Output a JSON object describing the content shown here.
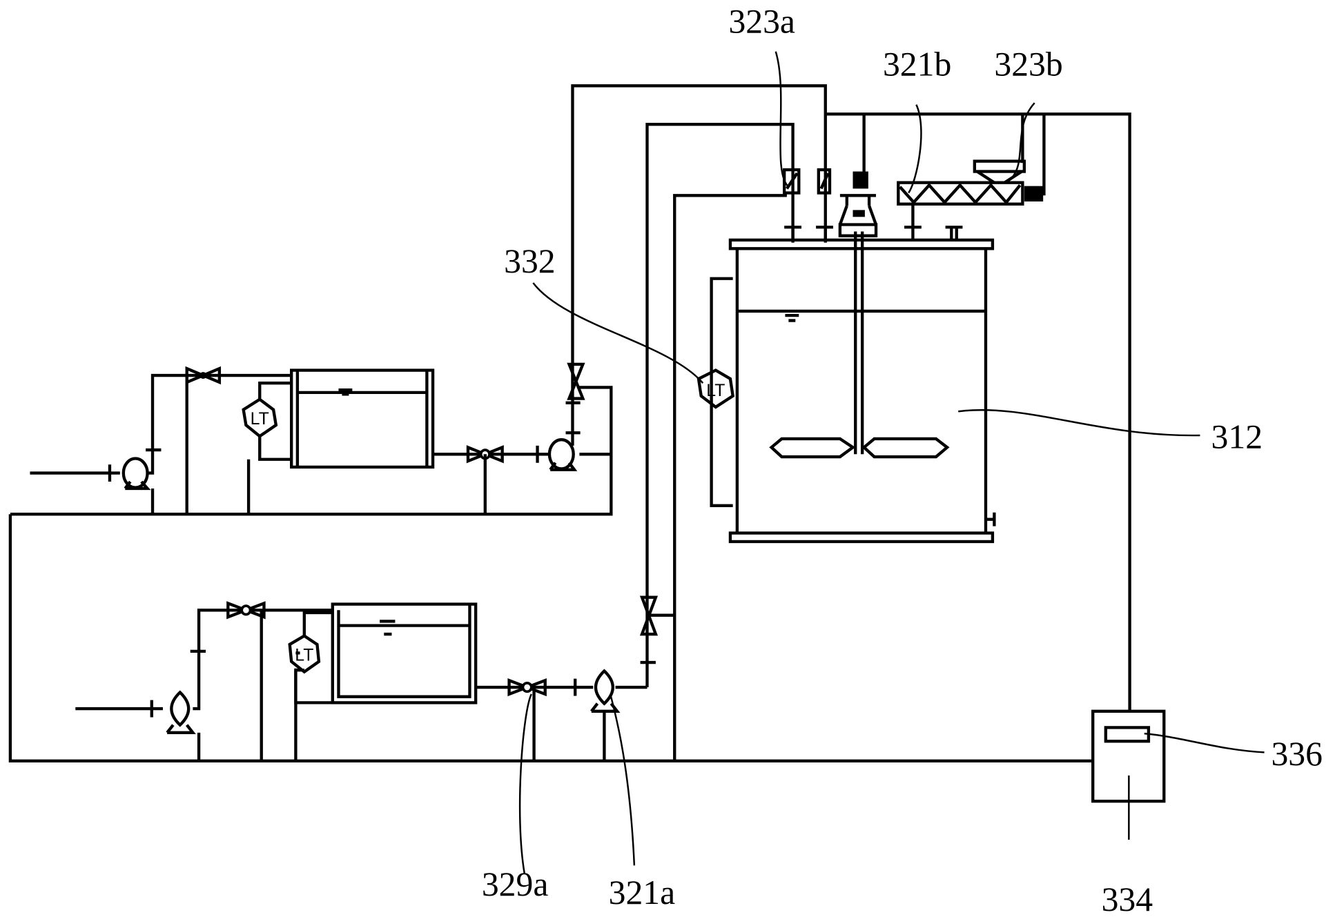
{
  "labels": {
    "l323a": "323a",
    "l321b": "321b",
    "l323b": "323b",
    "l332": "332",
    "l312": "312",
    "l336": "336",
    "l334": "334",
    "l329a": "329a",
    "l321a": "321a"
  },
  "instrument_tag": "LT",
  "colors": {
    "line": "#000000",
    "background": "#ffffff"
  }
}
